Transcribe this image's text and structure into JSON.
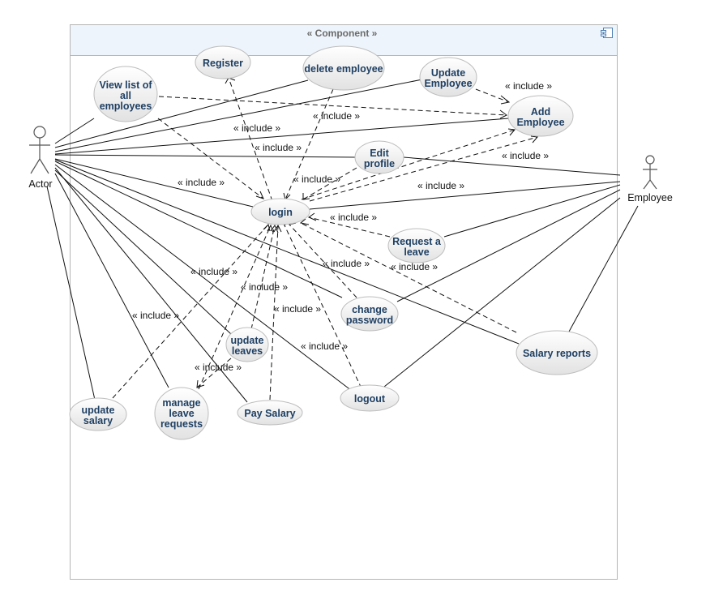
{
  "component": {
    "stereotype": "« Component »",
    "icon": "component-icon"
  },
  "actors": {
    "actor": "Actor",
    "employee": "Employee"
  },
  "use_cases": {
    "register": [
      "Register"
    ],
    "delete_employee": [
      "delete employee"
    ],
    "update_employee": [
      "Update",
      "Employee"
    ],
    "view_list": [
      "View list of",
      "all",
      "employees"
    ],
    "add_employee": [
      "Add",
      "Employee"
    ],
    "edit_profile": [
      "Edit",
      "profile"
    ],
    "login": [
      "login"
    ],
    "request_leave": [
      "Request a",
      "leave"
    ],
    "change_password": [
      "change",
      "password"
    ],
    "update_leaves": [
      "update",
      "leaves"
    ],
    "salary_reports": [
      "Salary reports"
    ],
    "update_salary": [
      "update",
      "salary"
    ],
    "manage_leave": [
      "manage",
      "leave",
      "requests"
    ],
    "pay_salary": [
      "Pay Salary"
    ],
    "logout": [
      "logout"
    ]
  },
  "include_label": "« include »"
}
